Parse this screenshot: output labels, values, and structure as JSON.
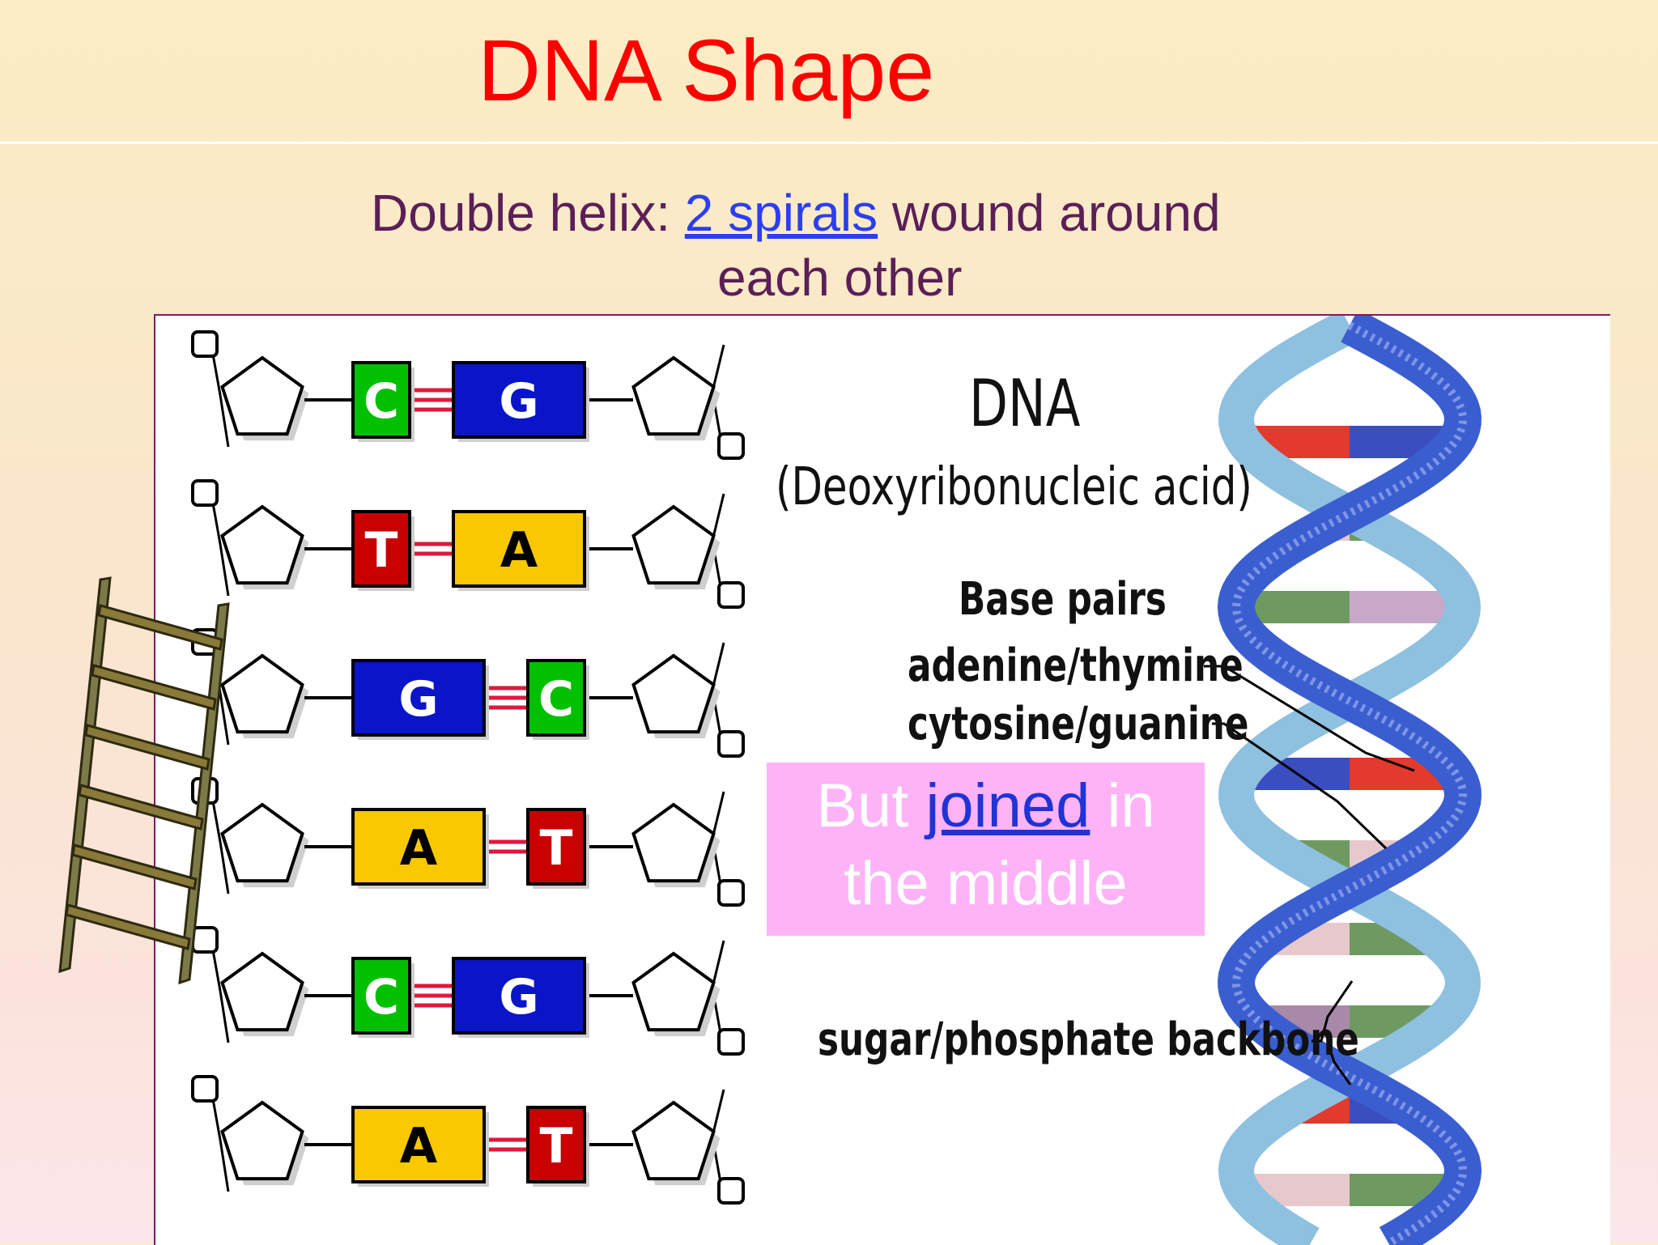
{
  "slide": {
    "title": "DNA Shape",
    "subtitle_prefix": "Double helix:  ",
    "subtitle_link": "2 spirals",
    "subtitle_suffix": " wound around",
    "subtitle_line2": "each other"
  },
  "diagram": {
    "label_dna": "DNA",
    "label_full": "(Deoxyribonucleic acid)",
    "label_base_pairs": "Base pairs",
    "label_at": "adenine/thymine",
    "label_cg": "cytosine/guanine",
    "label_backbone": "sugar/phosphate backbone",
    "base_pairs": [
      {
        "left": "C",
        "right": "G"
      },
      {
        "left": "T",
        "right": "A"
      },
      {
        "left": "G",
        "right": "C"
      },
      {
        "left": "A",
        "right": "T"
      },
      {
        "left": "C",
        "right": "G"
      },
      {
        "left": "A",
        "right": "T"
      }
    ],
    "base_colors": {
      "C": "#00c000",
      "G": "#0a14c8",
      "T": "#c80000",
      "A": "#f8c800"
    }
  },
  "callout": {
    "line1_prefix": "But ",
    "line1_link": "joined",
    "line1_suffix": " in",
    "line2": "the middle"
  }
}
